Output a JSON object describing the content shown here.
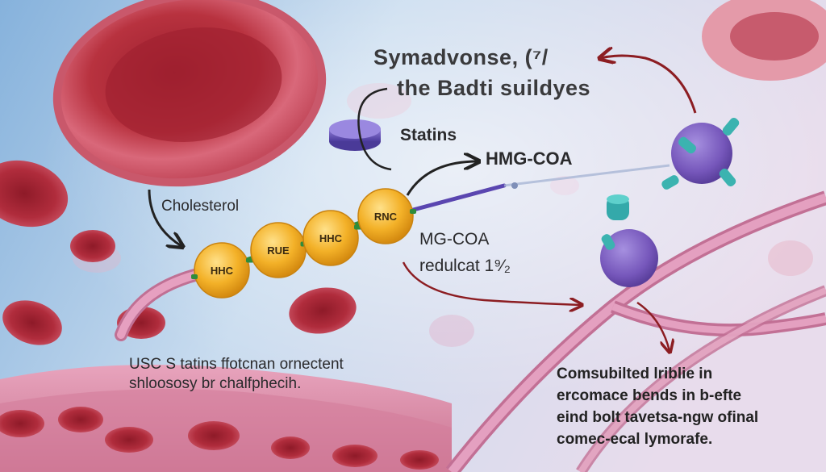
{
  "title": {
    "line1": "Symadvonse, (⁷/",
    "line2": "the Badti suildyes"
  },
  "labels": {
    "statins": "Statins",
    "hmg_coa": "HMG-COA",
    "cholesterol": "Cholesterol",
    "mg_coa": "MG-COA",
    "reductase": "redulcat 1⁹⁄₂"
  },
  "chain_beads": [
    "HHC",
    "RUE",
    "HHC",
    "RNC"
  ],
  "bottom_left_note": {
    "line1": "USC S tatins ffotcnan ornectent",
    "line2": "shloososy br chalfphecih."
  },
  "bottom_right_note": {
    "line1": "Comsubilted lriblie in",
    "line2": "ercomace bends in b-efte",
    "line3": "eind bolt tavetsa-ngw ofinal",
    "line4": "comec-ecal lymorafe."
  },
  "colors": {
    "background_left": "#8fb8e0",
    "background_right": "#e6dcef",
    "blood_cell": "#b23343",
    "vessel": "#d88aa8",
    "bead": "#f2b32a",
    "linker": "#2f8c3c",
    "molecule": "#7a5fbf",
    "molecule_tip": "#3bb3b0",
    "arrow_dark": "#222222",
    "arrow_red": "#8c1d22"
  },
  "icons": [
    "statin-disc-icon",
    "enzyme-molecule-icon",
    "arrow-icon"
  ]
}
